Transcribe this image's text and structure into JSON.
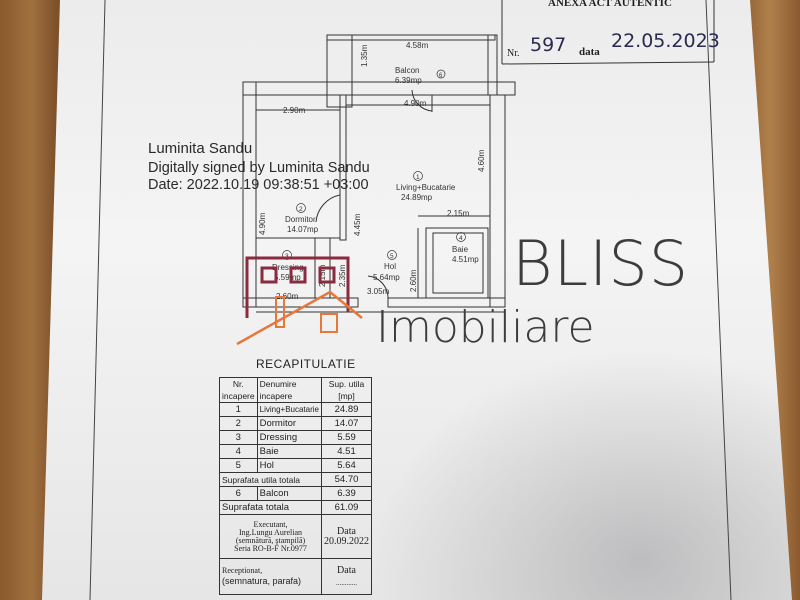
{
  "header": {
    "title": "ANEXA ACT AUTENTIC",
    "nr_label": "Nr.",
    "nr_value": "597",
    "data_label": "data",
    "data_value": "22.05.2023"
  },
  "signature": {
    "name": "Luminita Sandu",
    "signed_by": "Digitally signed by Luminita Sandu",
    "date": "Date: 2022.10.19 09:38:51 +03:00"
  },
  "floor_plan": {
    "rooms": [
      {
        "num": "1",
        "name": "Living+Bucatarie",
        "area": "24.89mp"
      },
      {
        "num": "2",
        "name": "Dormitor",
        "area": "14.07mp"
      },
      {
        "num": "3",
        "name": "Dressing",
        "area": "5.59mp"
      },
      {
        "num": "4",
        "name": "Baie",
        "area": "4.51mp"
      },
      {
        "num": "5",
        "name": "Hol",
        "area": "5.64mp"
      },
      {
        "num": "6",
        "name": "Balcon",
        "area": "6.39mp"
      }
    ],
    "dimensions": [
      "4.58m",
      "1.35m",
      "2.90m",
      "4.90m",
      "4.45m",
      "4.60m",
      "4.90m",
      "2.15m",
      "2.60m",
      "2.15m",
      "2.35m",
      "2.60m",
      "3.05m"
    ]
  },
  "logo": {
    "line1": "BLISS",
    "line2": "Imobiliare",
    "accent_red": "#8b2b3f",
    "accent_orange": "#e8773a"
  },
  "recap": {
    "title": "RECAPITULATIE",
    "headers": [
      "Nr. incapere",
      "Denumire incapere",
      "Sup. utila [mp]"
    ],
    "rows": [
      [
        "1",
        "Living+Bucatarie",
        "24.89"
      ],
      [
        "2",
        "Dormitor",
        "14.07"
      ],
      [
        "3",
        "Dressing",
        "5.59"
      ],
      [
        "4",
        "Baie",
        "4.51"
      ],
      [
        "5",
        "Hol",
        "5.64"
      ]
    ],
    "subtotal_label": "Suprafata utila totala",
    "subtotal_value": "54.70",
    "balcon_row": [
      "6",
      "Balcon",
      "6.39"
    ],
    "total_label": "Suprafata totala",
    "total_value": "61.09",
    "executant": [
      "Executant,",
      "Ing.Lungu Aurelian",
      "(semnătură, ştampilă)",
      "Seria RO-B-F Nr.0977"
    ],
    "executant_date_label": "Data",
    "executant_date": "20.09.2022",
    "receptionat": [
      "Receptionat,",
      "(semnatura, parafa)"
    ],
    "receptionat_date_label": "Data",
    "receptionat_date_blank": "............"
  }
}
